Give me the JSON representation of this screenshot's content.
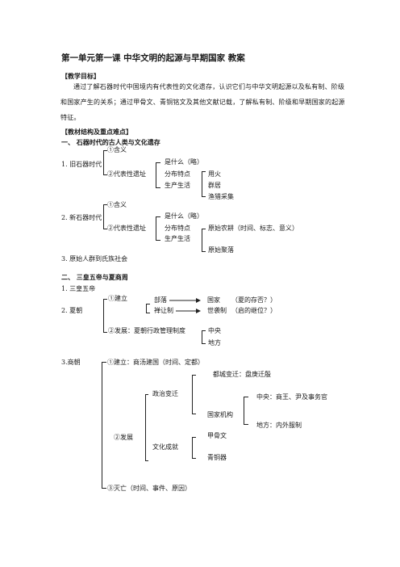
{
  "title": "第一单元第一课  中华文明的起源与早期国家  教案",
  "goals": {
    "heading": "【教学目标】",
    "text": "通过了解石器时代中国境内有代表性的文化遗存，认识它们与中华文明起源以及私有制、阶级和国家产生的关系；通过甲骨文、青铜铭文及其他文献记载，了解私有制、阶级和早期国家的起源特征。"
  },
  "structure_heading": "【教材结构及重点难点】",
  "section1": {
    "title": "一、  石器时代的古人类与文化遗存",
    "item1": {
      "label": "1.  旧石器时代",
      "a": "①含义",
      "b": "②代表性遗址",
      "c1": "是什么（略）",
      "c2": "分布特点",
      "c3": "生产生活",
      "d1": "用火",
      "d2": "群居",
      "d3": "渔猎采集"
    },
    "item2": {
      "label": "2.  新石器时代",
      "a": "①含义",
      "b": "②代表性遗址",
      "c1": "是什么（略）",
      "c2": "分布特点",
      "c3": "生产生活",
      "d1": "原始农耕（时间、标志、意义）",
      "d2": "原始聚落"
    },
    "item3": "3.  原始人群到氏族社会"
  },
  "section2": {
    "title": "二、  三皇五帝与夏商周",
    "item1": "1.  三皇五帝",
    "xia": {
      "label": "2.  夏朝",
      "a": "①建立",
      "b1": "部落",
      "b2": "禅让制",
      "c1": "国家",
      "c2": "世袭制",
      "d1": "（夏的存否？）",
      "d2": "（启的继位？）",
      "e": "②发展：夏朝行政管理制度",
      "f1": "中央",
      "f2": "地方"
    },
    "shang": {
      "label": "3.商朝",
      "a": "①建立：商汤建国（时间、定都）",
      "b": "②发展",
      "c1": "政治变迁",
      "c2": "文化成就",
      "d1": "都城变迁：盘庚迁殷",
      "d2": "国家机构",
      "e1": "中央：商王、尹及事务官",
      "e2": "地方：内外服制",
      "f1": "甲骨文",
      "f2": "青铜器",
      "g": "③灭亡（时间、事件、原因）"
    }
  }
}
